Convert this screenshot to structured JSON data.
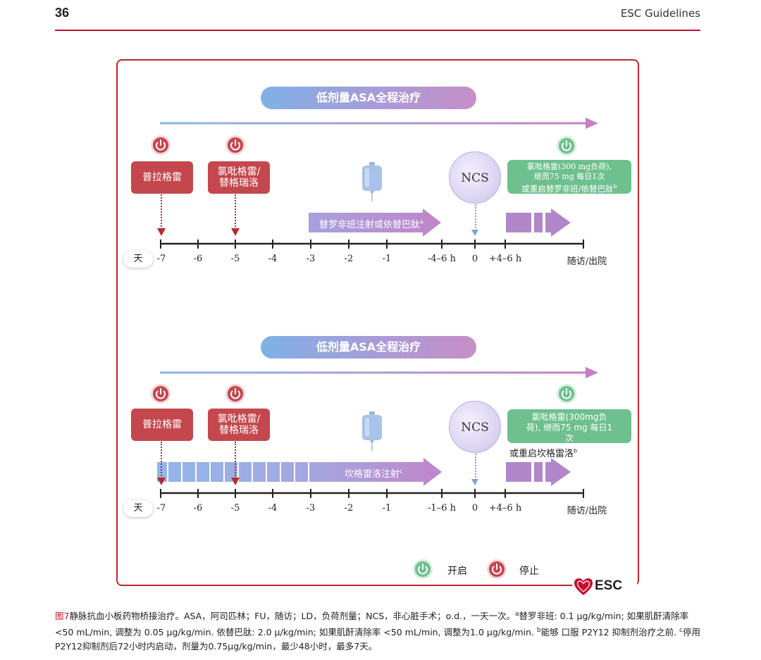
{
  "header": {
    "page_number": "36",
    "running_head": "ESC Guidelines"
  },
  "colors": {
    "brand_red": "#c8102e",
    "stop_red": "#c4474d",
    "start_green": "#6ec08e",
    "banner_gradient_start": "#7fb2e6",
    "banner_gradient_end": "#c78fc7",
    "infusion_violet": "#b187c9"
  },
  "figure": {
    "panel_1": {
      "banner": "低剂量ASA全程治疗",
      "stop_1": "普拉格雷",
      "stop_2_line1": "氯吡格雷/",
      "stop_2_line2": "替格瑞洛",
      "ncs": "NCS",
      "start_line1": "氯吡格雷(300 mg负荷),",
      "start_line2": "继而75 mg 每日1次",
      "start_line3": "或重启替罗非班/依替巴肽",
      "start_line3_sup": "b",
      "infusion": "替罗非班注射或依替巴肽",
      "infusion_sup": "a",
      "day_label": "天",
      "ticks": [
        "-7",
        "-6",
        "-5",
        "-4",
        "-3",
        "-2",
        "-1",
        "-4–6 h",
        "0",
        "+4–6 h",
        "随访/出院"
      ]
    },
    "panel_2": {
      "banner": "低剂量ASA全程治疗",
      "stop_1": "普拉格雷",
      "stop_2_line1": "氯吡格雷/",
      "stop_2_line2": "替格瑞洛",
      "ncs": "NCS",
      "start_line1": "氯吡格雷(300mg负",
      "start_line2": "荷), 继而75 mg 每日1",
      "start_line3": "次",
      "start_note": "或重启坎格雷洛",
      "start_note_sup": "b",
      "infusion": "坎格雷洛注射",
      "infusion_sup": "c",
      "day_label": "天",
      "ticks": [
        "-7",
        "-6",
        "-5",
        "-4",
        "-3",
        "-2",
        "-1",
        "-1–6 h",
        "0",
        "+4–6 h",
        "随访/出院"
      ]
    },
    "legend": {
      "start_label": "开启",
      "stop_label": "停止",
      "start_icon": "power-icon-green",
      "stop_icon": "power-icon-red"
    },
    "logo_text": "ESC"
  },
  "caption": {
    "fig_number": "图7",
    "text_1": "静脉抗血小板药物桥接治疗。ASA，阿司匹林；FU，随访；LD，负荷剂量；NCS，非心脏手术；o.d.，一天一次。",
    "sup_a": "a",
    "text_2": "替罗非班: 0.1 μg/kg/min; 如果肌酐清除率 <50 mL/min, 调整为 0.05 μg/kg/min. 依替巴肽: 2.0 μ/kg/min; 如果肌酐清除率 <50 mL/min, 调整为1.0 μg/kg/min. ",
    "sup_b": "b",
    "text_3": "能够 口服 P2Y12 抑制剂治疗之前. ",
    "sup_c": "c",
    "text_4": "停用P2Y12抑制剂后72小时内启动，剂量为0.75μg/kg/min，最少48小时，最多7天。"
  }
}
